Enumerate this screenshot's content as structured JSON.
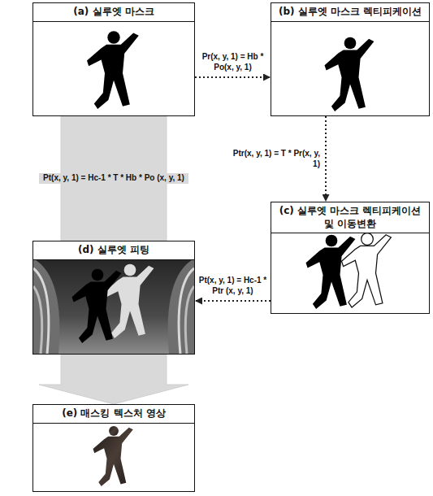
{
  "diagram": {
    "nodes": [
      {
        "text": [
          "(a) 실루엣 마스크"
        ]
      },
      {
        "text": [
          "(b) 실루엣 마스크 렉티피케이션"
        ]
      },
      {
        "text": [
          "(c) 실루엣 마스크 렉티피케이션 및 이동변환"
        ]
      },
      {
        "text": [
          "(d) 실루엣 피팅"
        ]
      },
      {
        "text": [
          "(e) 매스킹 텍스처 영상"
        ]
      }
    ],
    "edges": [
      {
        "from": 0,
        "to": 1,
        "arrow": "to",
        "label": "Pr(x, y, 1) = Hb * Po(x, y, 1)"
      },
      {
        "from": 1,
        "to": 2,
        "arrow": "to",
        "label": "Ptr(x, y, 1) = T * Pr(x, y, 1)"
      },
      {
        "from": 2,
        "to": 3,
        "arrow": "to",
        "label": "Pt(x, y, 1) = Hc-1 * Ptr (x, y, 1)"
      },
      {
        "from": 0,
        "to": 3,
        "arrow": "none",
        "label": "Pt(x, y, 1) = Hc-1 * T * Hb * Po (x, y, 1)"
      },
      {
        "from": 3,
        "to": 4,
        "arrow": "to"
      }
    ]
  }
}
